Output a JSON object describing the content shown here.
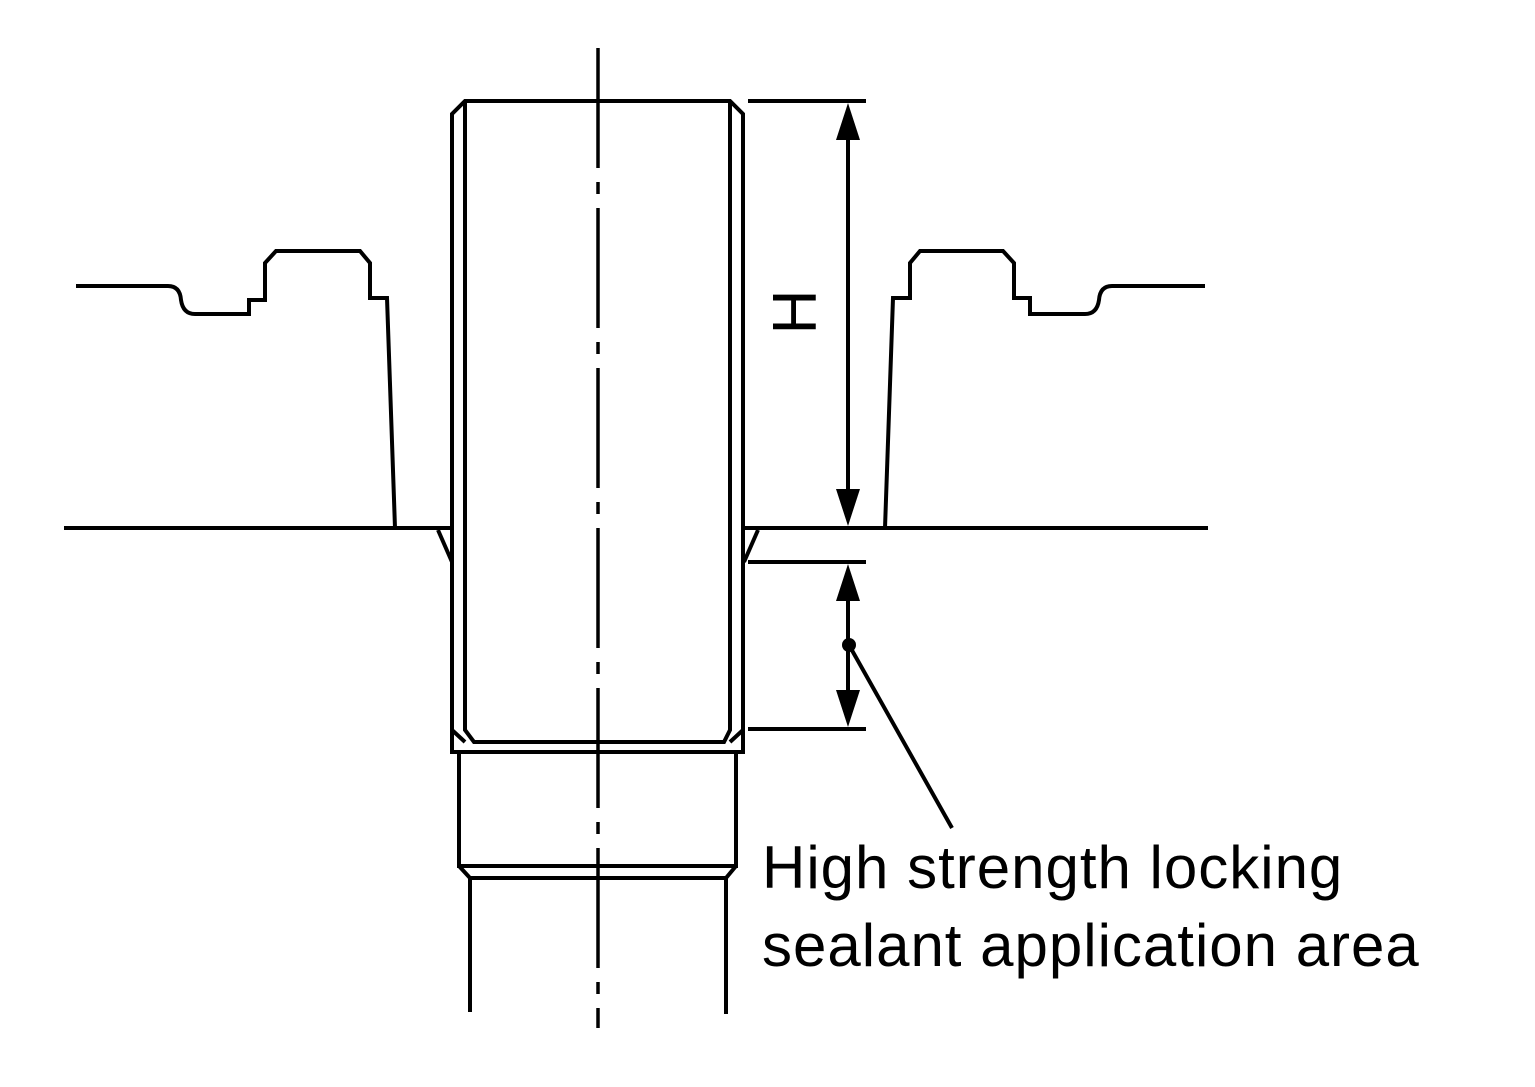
{
  "dimension": {
    "label": "H"
  },
  "callout": {
    "line1": "High strength locking",
    "line2": "sealant application area"
  }
}
